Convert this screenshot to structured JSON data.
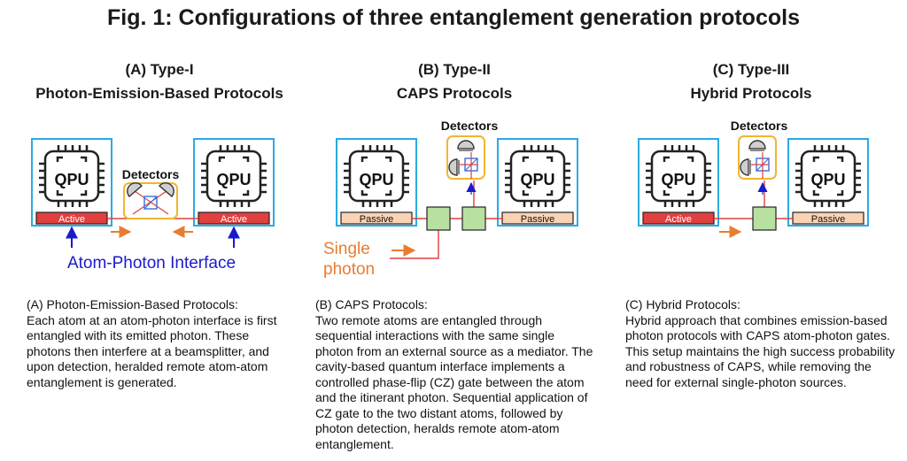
{
  "figure_title": "Fig. 1: Configurations of three entanglement generation protocols",
  "panels": [
    {
      "heading": "(A) Type-I",
      "subheading": "Photon-Emission-Based Protocols",
      "detectors_label": "Detectors",
      "qpu_left": "QPU",
      "qpu_right": "QPU",
      "interface_left": "Active",
      "interface_right": "Active",
      "annotation": "Atom-Photon Interface",
      "desc_title": "(A) Photon-Emission-Based Protocols:",
      "desc_body": "Each atom at an atom-photon interface is first entangled with its emitted photon. These photons then interfere at a beamsplitter, and upon detection, heralded remote atom-atom entanglement is generated."
    },
    {
      "heading": "(B) Type-II",
      "subheading": "CAPS Protocols",
      "detectors_label": "Detectors",
      "qpu_left": "QPU",
      "qpu_right": "QPU",
      "interface_left": "Passive",
      "interface_right": "Passive",
      "source_line1": "Single",
      "source_line2": "photon",
      "desc_title": "(B) CAPS Protocols:",
      "desc_body": "Two remote atoms are entangled through sequential interactions with the same single photon from an external source as a mediator. The cavity-based quantum interface implements a controlled phase-flip (CZ) gate between the atom and the itinerant photon. Sequential application of CZ gate to the two distant atoms, followed by photon detection, heralds remote atom-atom entanglement."
    },
    {
      "heading": "(C) Type-III",
      "subheading": "Hybrid Protocols",
      "detectors_label": "Detectors",
      "qpu_left": "QPU",
      "qpu_right": "QPU",
      "interface_left": "Active",
      "interface_right": "Passive",
      "desc_title": "(C) Hybrid Protocols:",
      "desc_body": "Hybrid approach that combines emission-based photon protocols with CAPS atom-photon gates. This setup maintains the high success probability and robustness of CAPS, while removing the need for external single-photon sources."
    }
  ],
  "colors": {
    "frame": "#29abe2",
    "active": "#e0403f",
    "passive": "#f9d3b4",
    "photon": "#e87d32",
    "fiber": "#e0403f",
    "gate": "#b8e0a0",
    "detector_box": "#f2b531",
    "interface_text": "#1a1acc"
  }
}
